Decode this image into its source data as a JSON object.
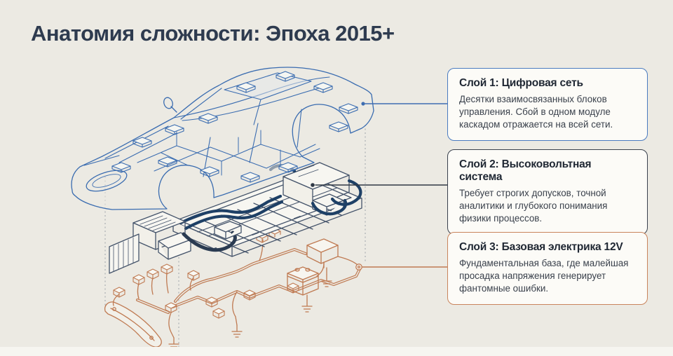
{
  "page": {
    "title": "Анатомия сложности: Эпоха 2015+",
    "background_color": "#ECEAE3"
  },
  "colors": {
    "title_text": "#2E3B4F",
    "layer1_blue": "#3A6CB0",
    "layer2_slate": "#44536A",
    "hv_cable_navy": "#1E4066",
    "layer3_orange": "#BF7A52",
    "card1_border": "#4A7BC0",
    "card2_border": "#3A414D",
    "card3_border": "#C9845C",
    "card_background": "#FCFBF7"
  },
  "cards": [
    {
      "id": "layer1",
      "title": "Слой 1: Цифровая сеть",
      "body": "Десятки взаимосвязанных блоков управления. Сбой в одном модуле каскадом отражается на всей сети."
    },
    {
      "id": "layer2",
      "title": "Слой 2: Высоковольтная система",
      "body": "Требует строгих допусков, точной аналитики и глубокого понимания физики процессов."
    },
    {
      "id": "layer3",
      "title": "Слой 3: Базовая электрика 12V",
      "body": "Фундаментальная база, где малейшая просадка напряжения генерирует фантомные ошибки."
    }
  ],
  "illustration": {
    "type": "exploded-view-diagram",
    "layers": [
      "car-body-wireframe-with-ecu-network",
      "high-voltage-battery-pack-and-drive-unit",
      "12v-wiring-harness-with-battery-fusebox-grounds"
    ]
  }
}
